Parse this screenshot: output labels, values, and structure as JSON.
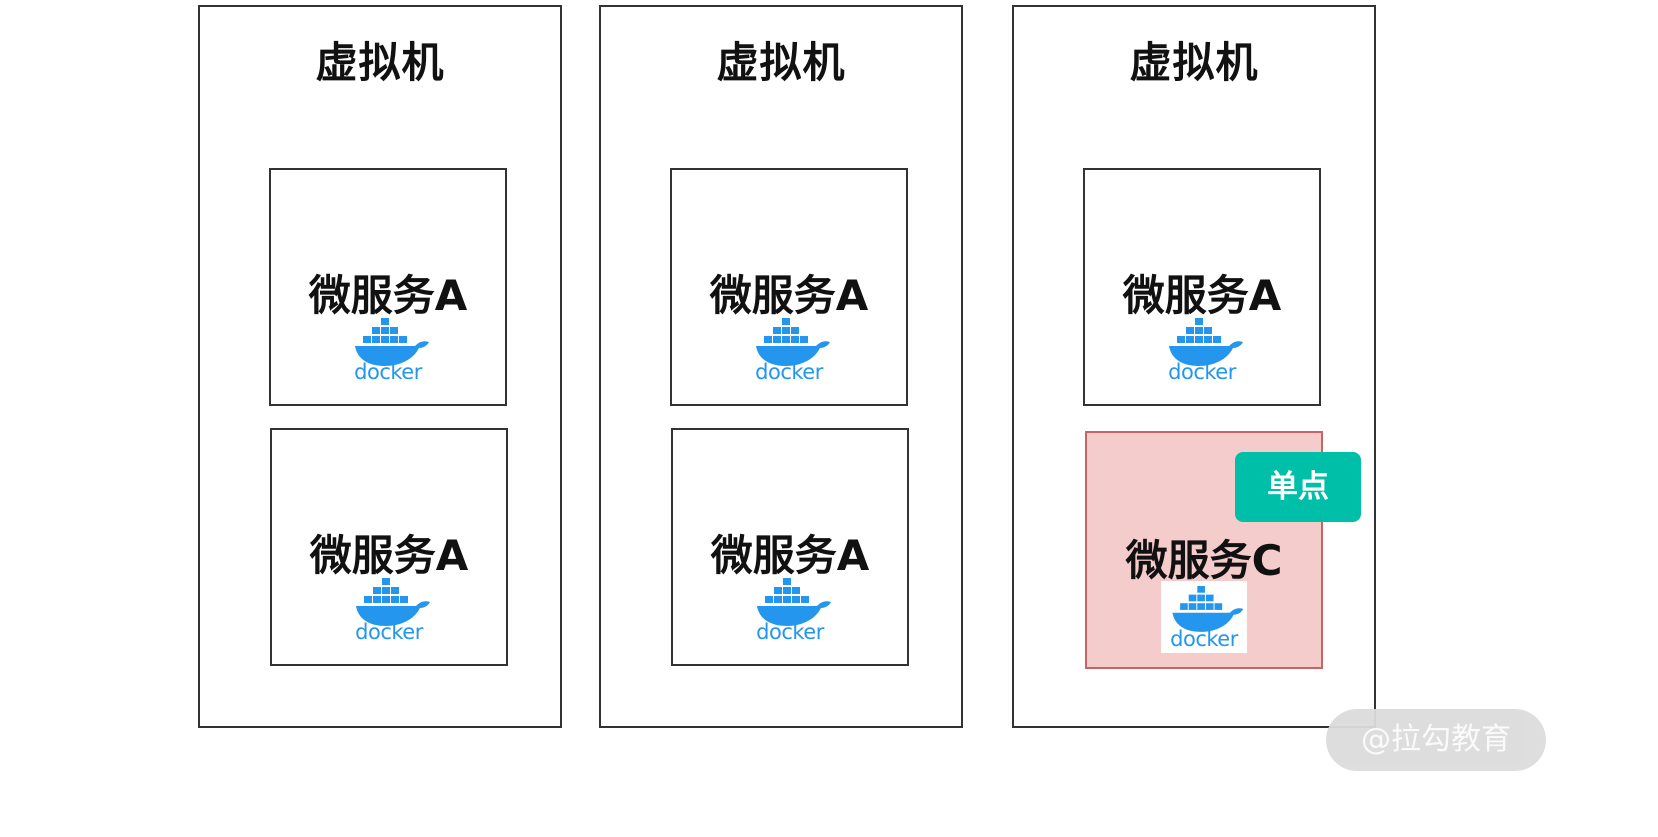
{
  "vms": [
    {
      "title": "虚拟机",
      "services": [
        {
          "label": "微服务A",
          "logo_text": "docker"
        },
        {
          "label": "微服务A",
          "logo_text": "docker"
        }
      ]
    },
    {
      "title": "虚拟机",
      "services": [
        {
          "label": "微服务A",
          "logo_text": "docker"
        },
        {
          "label": "微服务A",
          "logo_text": "docker"
        }
      ]
    },
    {
      "title": "虚拟机",
      "services": [
        {
          "label": "微服务A",
          "logo_text": "docker"
        },
        {
          "label": "微服务C",
          "logo_text": "docker"
        }
      ]
    }
  ],
  "badge": "单点",
  "watermark": "@拉勾教育",
  "colors": {
    "docker_blue": "#2496ed",
    "highlight_fill": "#f5cccc",
    "highlight_border": "#c86464",
    "badge_bg": "#00bfa8"
  },
  "icons": [
    "docker-logo-icon"
  ]
}
